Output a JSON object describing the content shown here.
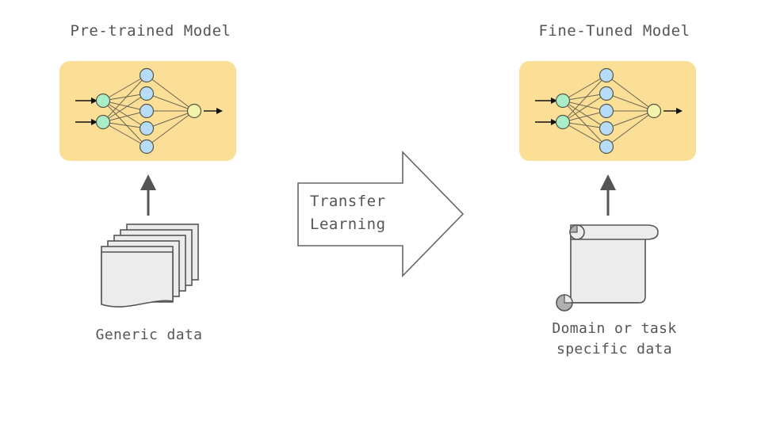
{
  "diagram": {
    "title": "Transfer Learning",
    "background_color": "#ffffff",
    "text_color": "#555555"
  },
  "left_block": {
    "title": "Pre-trained Model",
    "caption": "Generic data",
    "panel_color": "#fbdf97",
    "data_icon": "stacked-papers-icon",
    "flow_arrow_icon": "up-arrow-icon"
  },
  "right_block": {
    "title": "Fine-Tuned Model",
    "caption": "Domain or task\nspecific data",
    "panel_color": "#fbdf97",
    "data_icon": "scroll-document-icon",
    "flow_arrow_icon": "up-arrow-icon"
  },
  "transfer": {
    "label": "Transfer\nLearning",
    "icon": "right-block-arrow-icon",
    "stroke_color": "#666666"
  },
  "network": {
    "input_nodes": 2,
    "hidden_nodes": 5,
    "output_nodes": 1,
    "input_color": "#aaeec8",
    "hidden_color": "#b6dcf8",
    "output_color": "#f2f2a8",
    "node_stroke": "#555544",
    "edge_color": "#6b6451",
    "io_arrow_color": "#111111"
  }
}
